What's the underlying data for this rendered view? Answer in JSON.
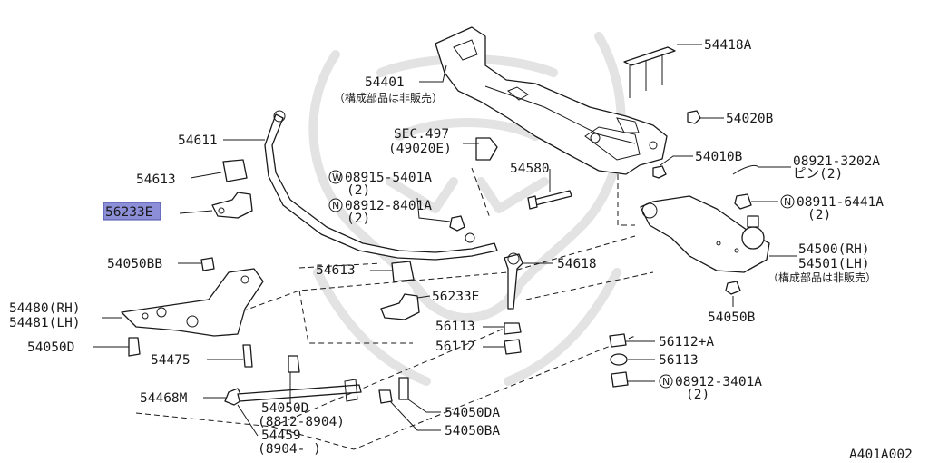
{
  "diagram_id": "A401A002",
  "highlight_color": "#8c8fd8",
  "labels": {
    "p54418A": "54418A",
    "p54401": "54401",
    "p54401_note": "（構成部品は非販売）",
    "p54020B": "54020B",
    "sec497": "SEC.497",
    "sec497_sub": "(49020E)",
    "p54611": "54611",
    "p54010B": "54010B",
    "p08921": "08921-3202A",
    "p08921_sub": "ピン(2)",
    "p54580": "54580",
    "p08915": "08915-5401A",
    "p08915_sub": "(2)",
    "p08912_8401A": "08912-8401A",
    "p08912_8401A_sub": "(2)",
    "p54613_top": "54613",
    "p56233E_hl": "56233E",
    "p08911": "08911-6441A",
    "p08911_sub": "(2)",
    "p54500": "54500(RH)",
    "p54501": "54501(LH)",
    "p54501_note": "（構成部品は非販売）",
    "p54050BB": "54050BB",
    "p54613_mid": "54613",
    "p54618": "54618",
    "p56233E": "56233E",
    "p54480": "54480(RH)",
    "p54481": "54481(LH)",
    "p54050B": "54050B",
    "p56113_a": "56113",
    "p56112": "56112",
    "p54050D_a": "54050D",
    "p56112A": "56112+A",
    "p54475": "54475",
    "p56113_b": "56113",
    "p08912_3401A": "08912-3401A",
    "p08912_3401A_sub": "(2)",
    "p54468M": "54468M",
    "p54050D_b": "54050D",
    "p54050D_b_sub": "(8812-8904)",
    "p54050DA": "54050DA",
    "p54459": "54459",
    "p54459_sub": "(8904-   )",
    "p54050BA": "54050BA"
  },
  "prefix_symbols": {
    "w": "W",
    "n": "N"
  }
}
